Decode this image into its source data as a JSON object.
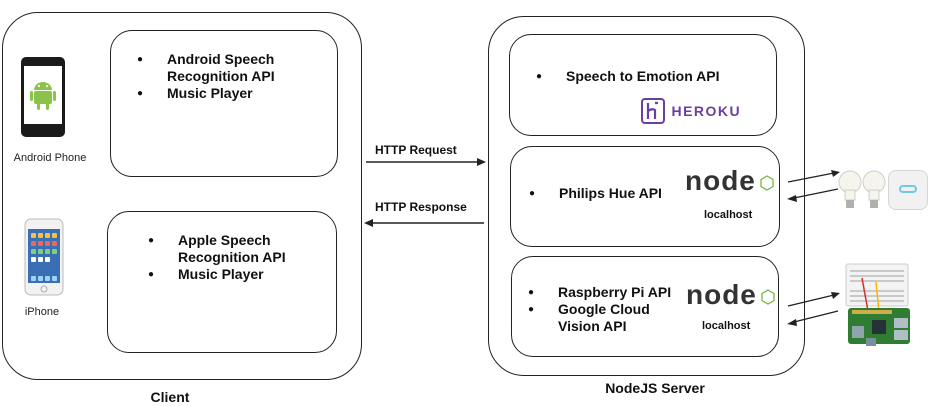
{
  "client": {
    "label": "Client",
    "android_phone_caption": "Android Phone",
    "iphone_caption": "iPhone",
    "android_box": [
      "Android Speech Recognition API",
      "Music Player"
    ],
    "apple_box": [
      "Apple Speech Recognition API",
      "Music Player"
    ]
  },
  "server": {
    "label": "NodeJS Server",
    "emotion_box": [
      "Speech to Emotion API"
    ],
    "heroku_logo_text": "HEROKU",
    "hue_box": [
      "Philips Hue API"
    ],
    "hue_host": "localhost",
    "pi_box": [
      "Raspberry Pi API",
      "Google Cloud Vision API"
    ],
    "pi_host": "localhost",
    "node_logo_text": "node"
  },
  "arrows": {
    "request": "HTTP Request",
    "response": "HTTP Response"
  },
  "colors": {
    "heroku": "#6b3fa0",
    "android_green": "#8bc34a",
    "node_green": "#7cb342"
  }
}
